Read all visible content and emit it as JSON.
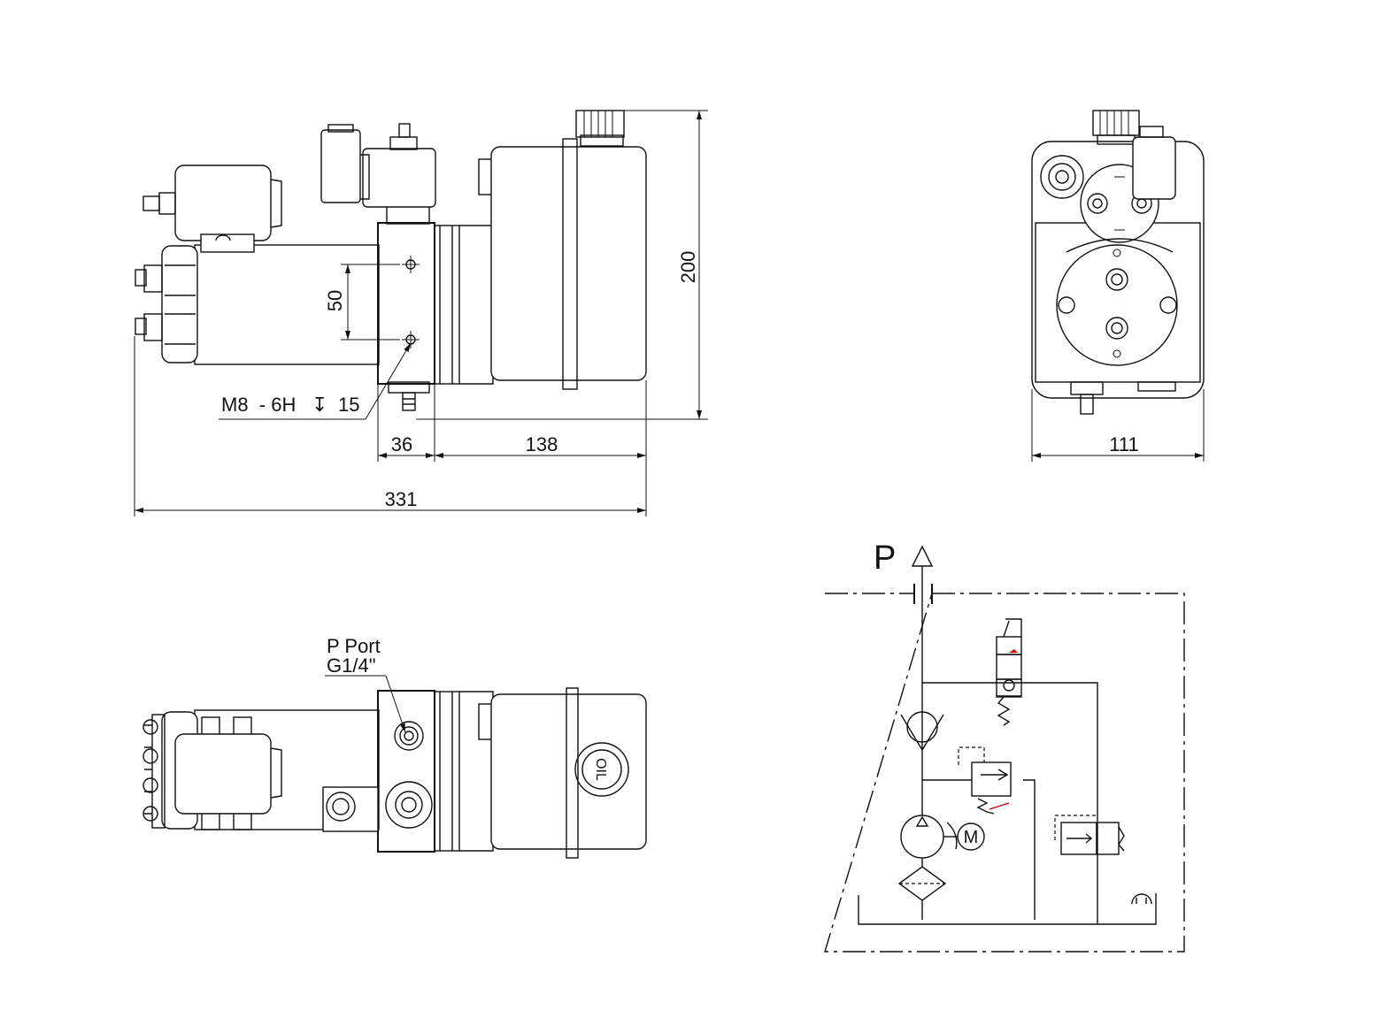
{
  "dimensions": {
    "height": "200",
    "hole_spacing": "50",
    "block_width": "36",
    "tank_length": "138",
    "overall_length": "331",
    "end_width": "111"
  },
  "thread_callout": {
    "spec": "M8  - 6H",
    "symbol": "↧",
    "depth": "15"
  },
  "port_label": {
    "line1": "P Port",
    "line2": "G1/4\""
  },
  "tank_cap": "OIL",
  "schematic": {
    "pressure_port": "P",
    "motor": "M"
  },
  "colors": {
    "line": "#111111",
    "accent": "#d40000"
  }
}
